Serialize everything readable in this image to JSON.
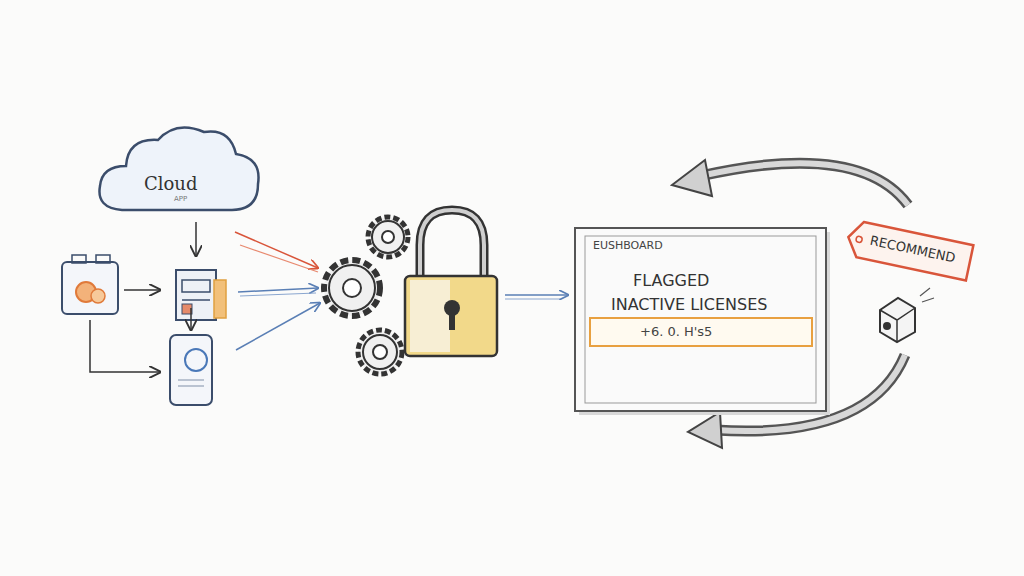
{
  "diagram": {
    "nodes": [
      {
        "text": [
          "Cloud",
          "APP"
        ]
      },
      {
        "text": [
          "EUSHBOARD",
          "FLAGGED",
          "INACTIVE LICENSES"
        ]
      },
      {
        "text": [
          "+6. 0. H's5"
        ],
        "in": 1
      },
      {
        "text": [
          "RECOMMEND"
        ]
      }
    ]
  }
}
